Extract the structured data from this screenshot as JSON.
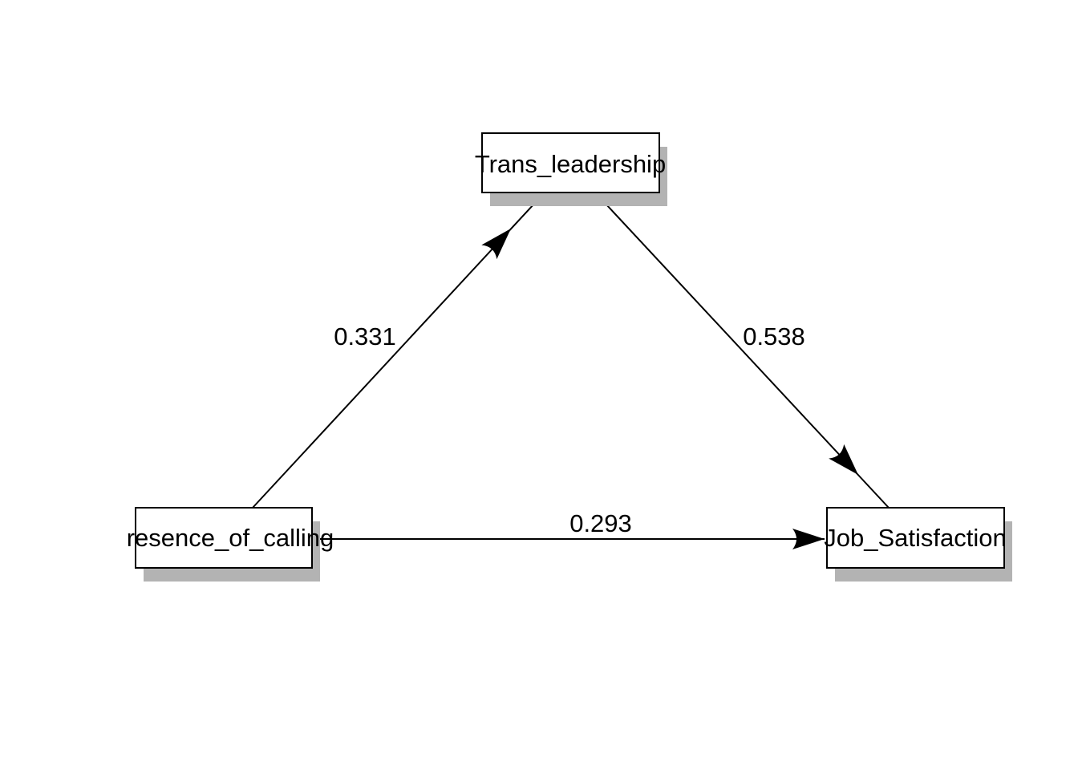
{
  "diagram": {
    "type": "path-diagram",
    "background_color": "#ffffff",
    "node_fill_color": "#ffffff",
    "node_border_color": "#000000",
    "shadow_color": "#b3b3b3",
    "line_color": "#000000",
    "text_color": "#000000",
    "nodes": [
      {
        "id": "trans_leadership",
        "label": "Trans_leadership"
      },
      {
        "id": "presence_of_calling",
        "label": "resence_of_calling"
      },
      {
        "id": "job_satisfaction",
        "label": "Job_Satisfaction"
      }
    ],
    "edges": [
      {
        "from": "presence_of_calling",
        "to": "trans_leadership",
        "label": "0.331"
      },
      {
        "from": "trans_leadership",
        "to": "job_satisfaction",
        "label": "0.538"
      },
      {
        "from": "presence_of_calling",
        "to": "job_satisfaction",
        "label": "0.293"
      }
    ]
  }
}
